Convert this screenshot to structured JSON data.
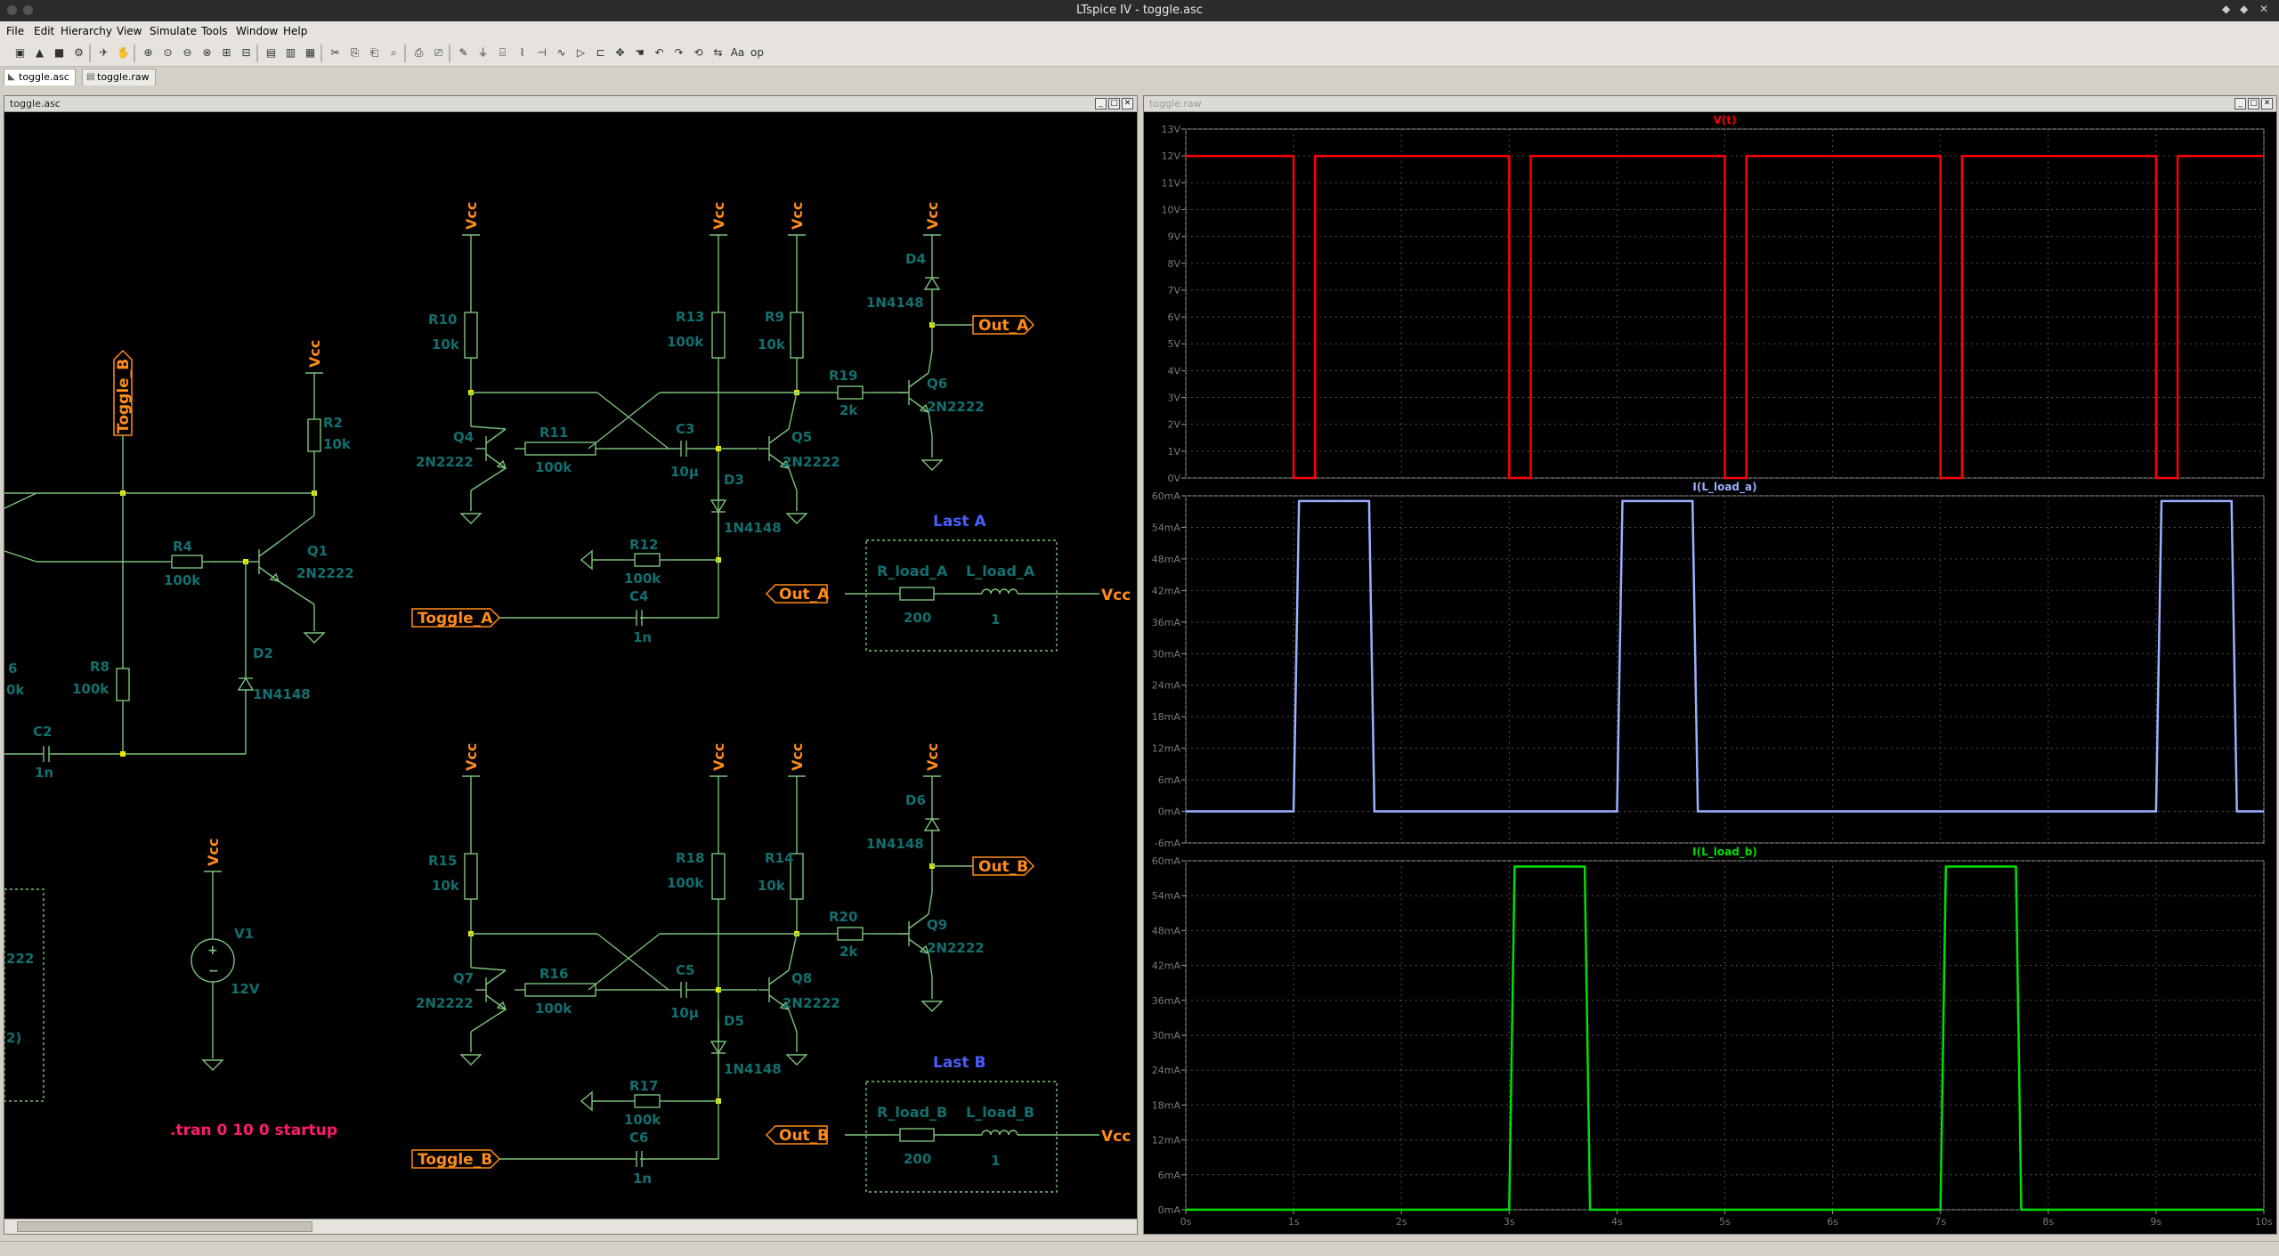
{
  "window": {
    "title": "LTspice IV - toggle.asc"
  },
  "menu": [
    "File",
    "Edit",
    "Hierarchy",
    "View",
    "Simulate",
    "Tools",
    "Window",
    "Help"
  ],
  "tabs": [
    {
      "label": "toggle.asc",
      "active": true
    },
    {
      "label": "toggle.raw",
      "active": false
    }
  ],
  "toolbar_icons": [
    "new-schematic-icon",
    "open-icon",
    "save-icon",
    "control-panel-icon",
    "run-icon",
    "halt-icon",
    "zoom-in-icon",
    "zoom-pan-icon",
    "zoom-out-icon",
    "zoom-cancel-icon",
    "autoscale-icon",
    "fit-icon",
    "tile-horizontal-icon",
    "cascade-icon",
    "tile-vertical-icon",
    "cut-icon",
    "copy-icon",
    "paste-icon",
    "find-icon",
    "print-icon",
    "print-preview-icon",
    "wire-icon",
    "ground-icon",
    "label-icon",
    "resistor-icon",
    "capacitor-icon",
    "inductor-icon",
    "diode-icon",
    "component-icon",
    "move-icon",
    "drag-icon",
    "undo-icon",
    "redo-icon",
    "rotate-icon",
    "mirror-icon",
    "text-icon",
    "spice-directive-icon"
  ],
  "schematic": {
    "title": "toggle.asc",
    "vcc": "Vcc",
    "labels": {
      "toggle_b": "Toggle_B",
      "toggle_a": "Toggle_A",
      "toggle_b2": "Toggle_B",
      "out_a": "Out_A",
      "out_b": "Out_B",
      "out_a_in": "Out_A",
      "out_b_in": "Out_B",
      "last_a": "Last A",
      "last_b": "Last B"
    },
    "parts": {
      "R10": "R10",
      "R10v": "10k",
      "R13": "R13",
      "R13v": "100k",
      "R9": "R9",
      "R9v": "10k",
      "R19": "R19",
      "R19v": "2k",
      "R11": "R11",
      "R11v": "100k",
      "R12": "R12",
      "R12v": "100k",
      "C3": "C3",
      "C3v": "10µ",
      "C4": "C4",
      "C4v": "1n",
      "D3": "D3",
      "D3v": "1N4148",
      "D4": "D4",
      "D4v": "1N4148",
      "Q4": "Q4",
      "Q4v": "2N2222",
      "Q5": "Q5",
      "Q5v": "2N2222",
      "Q6": "Q6",
      "Q6v": "2N2222",
      "RloadA": "R_load_A",
      "RloadAv": "200",
      "LloadA": "L_load_A",
      "LloadAv": "1",
      "R15": "R15",
      "R15v": "10k",
      "R18": "R18",
      "R18v": "100k",
      "R14": "R14",
      "R14v": "10k",
      "R20": "R20",
      "R20v": "2k",
      "R16": "R16",
      "R16v": "100k",
      "R17": "R17",
      "R17v": "100k",
      "C5": "C5",
      "C5v": "10µ",
      "C6": "C6",
      "C6v": "1n",
      "D5": "D5",
      "D5v": "1N4148",
      "D6": "D6",
      "D6v": "1N4148",
      "Q7": "Q7",
      "Q7v": "2N2222",
      "Q8": "Q8",
      "Q8v": "2N2222",
      "Q9": "Q9",
      "Q9v": "2N2222",
      "RloadB": "R_load_B",
      "RloadBv": "200",
      "LloadB": "L_load_B",
      "LloadBv": "1",
      "R2": "R2",
      "R2v": "10k",
      "R4": "R4",
      "R4v": "100k",
      "R8": "R8",
      "R8v": "100k",
      "Q1": "Q1",
      "Q1v": "2N2222",
      "D2": "D2",
      "D2v": "1N4148",
      "C2": "C2",
      "C2v": "1n",
      "V1": "V1",
      "V1v": "12V",
      "part6": "6",
      "part0k": "0k",
      "part222": "222",
      "part2": "2)"
    },
    "directive": ".tran 0 10 0 startup"
  },
  "waveform": {
    "title": "toggle.raw",
    "panes": [
      {
        "trace": "V(t)",
        "color": "#ff0000",
        "yticks": [
          "13V",
          "12V",
          "11V",
          "10V",
          "9V",
          "8V",
          "7V",
          "6V",
          "5V",
          "4V",
          "3V",
          "2V",
          "1V",
          "0V"
        ]
      },
      {
        "trace": "I(L_load_a)",
        "color": "#9bb0ff",
        "yticks": [
          "60mA",
          "54mA",
          "48mA",
          "42mA",
          "36mA",
          "30mA",
          "24mA",
          "18mA",
          "12mA",
          "6mA",
          "0mA",
          "-6mA"
        ]
      },
      {
        "trace": "I(L_load_b)",
        "color": "#00e000",
        "yticks": [
          "60mA",
          "54mA",
          "48mA",
          "42mA",
          "36mA",
          "30mA",
          "24mA",
          "18mA",
          "12mA",
          "6mA",
          "0mA"
        ]
      }
    ],
    "xticks": [
      "0s",
      "1s",
      "2s",
      "3s",
      "4s",
      "5s",
      "6s",
      "7s",
      "8s",
      "9s",
      "10s"
    ]
  },
  "chart_data": [
    {
      "type": "line",
      "title": "V(t)",
      "xlabel": "",
      "ylabel": "",
      "xlim": [
        0,
        10
      ],
      "ylim": [
        0,
        13
      ],
      "series": [
        {
          "name": "V(t)",
          "x": [
            0,
            1,
            1,
            1.2,
            1.2,
            3,
            3,
            3.2,
            3.2,
            5,
            5,
            5.2,
            5.2,
            7,
            7,
            7.2,
            7.2,
            9,
            9,
            9.2,
            9.2,
            10
          ],
          "values": [
            12,
            12,
            0,
            0,
            12,
            12,
            0,
            0,
            12,
            12,
            0,
            0,
            12,
            12,
            0,
            0,
            12,
            12,
            0,
            0,
            12,
            12
          ]
        }
      ]
    },
    {
      "type": "line",
      "title": "I(L_load_a)",
      "xlabel": "",
      "ylabel": "",
      "xlim": [
        0,
        10
      ],
      "ylim": [
        -6,
        60
      ],
      "series": [
        {
          "name": "I(L_load_a)",
          "x": [
            0,
            1,
            1.05,
            1.7,
            1.75,
            4,
            4.05,
            4.7,
            4.75,
            9,
            9.05,
            9.7,
            9.75,
            10
          ],
          "values": [
            0,
            0,
            59,
            59,
            0,
            0,
            59,
            59,
            0,
            0,
            59,
            59,
            0,
            0
          ]
        }
      ]
    },
    {
      "type": "line",
      "title": "I(L_load_b)",
      "xlabel": "",
      "ylabel": "",
      "xlim": [
        0,
        10
      ],
      "ylim": [
        0,
        60
      ],
      "series": [
        {
          "name": "I(L_load_b)",
          "x": [
            0,
            3,
            3.05,
            3.7,
            3.75,
            7,
            7.05,
            7.7,
            7.75,
            10
          ],
          "values": [
            0,
            0,
            59,
            59,
            0,
            0,
            59,
            59,
            0,
            0
          ]
        }
      ]
    }
  ]
}
